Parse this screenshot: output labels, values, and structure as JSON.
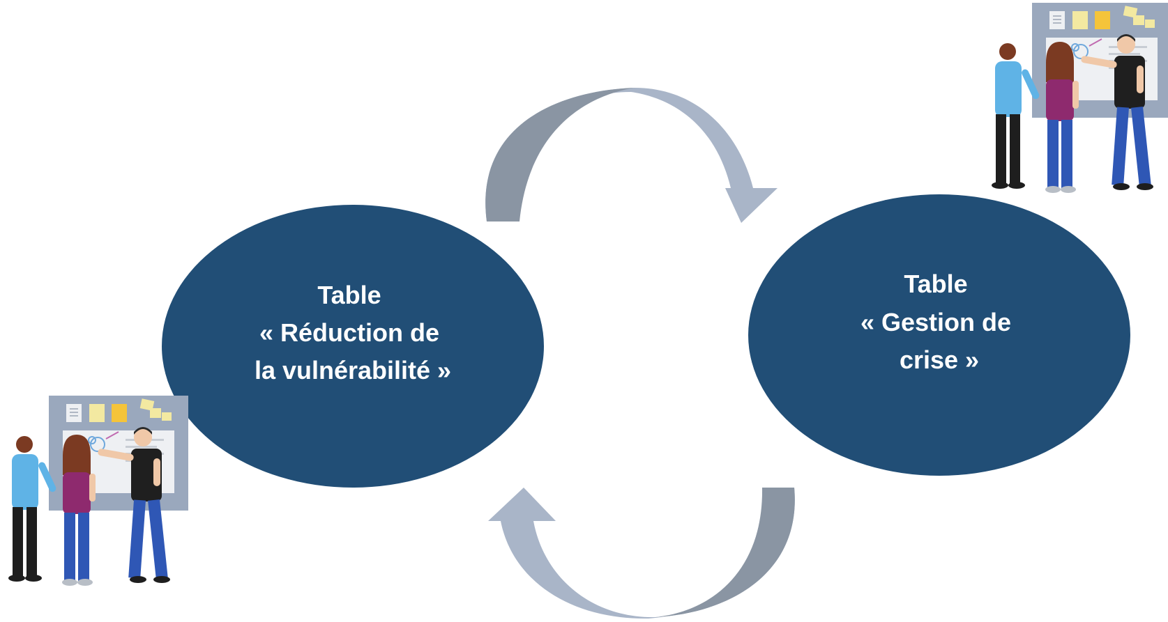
{
  "nodes": [
    {
      "id": "reduction",
      "lines": [
        "Table",
        "« Réduction de",
        "la vulnérabilité »"
      ]
    },
    {
      "id": "gestion",
      "lines": [
        "Table",
        "« Gestion de",
        "crise »"
      ]
    }
  ],
  "colors": {
    "ellipse_fill": "#214E76",
    "text": "#FFFFFF",
    "arrow_light": "#A9B5C8",
    "arrow_dark": "#8A95A3",
    "board_frame": "#9AA8BD",
    "board_inner": "#EEF0F3",
    "note_yellow": "#F5C43A",
    "note_lightyellow": "#F3E9A1",
    "shirt_blue": "#5FB3E6",
    "shirt_purple": "#8E2A6E",
    "shirt_black": "#1F1F1F",
    "pants_blue": "#2F57B5",
    "pants_black": "#1E1E1E",
    "skin": "#F0C8A8",
    "hair_brown": "#7B3A22",
    "hair_black": "#2A2A2A"
  },
  "icons": [
    "team-whiteboard-icon",
    "cycle-arrow-icon"
  ]
}
